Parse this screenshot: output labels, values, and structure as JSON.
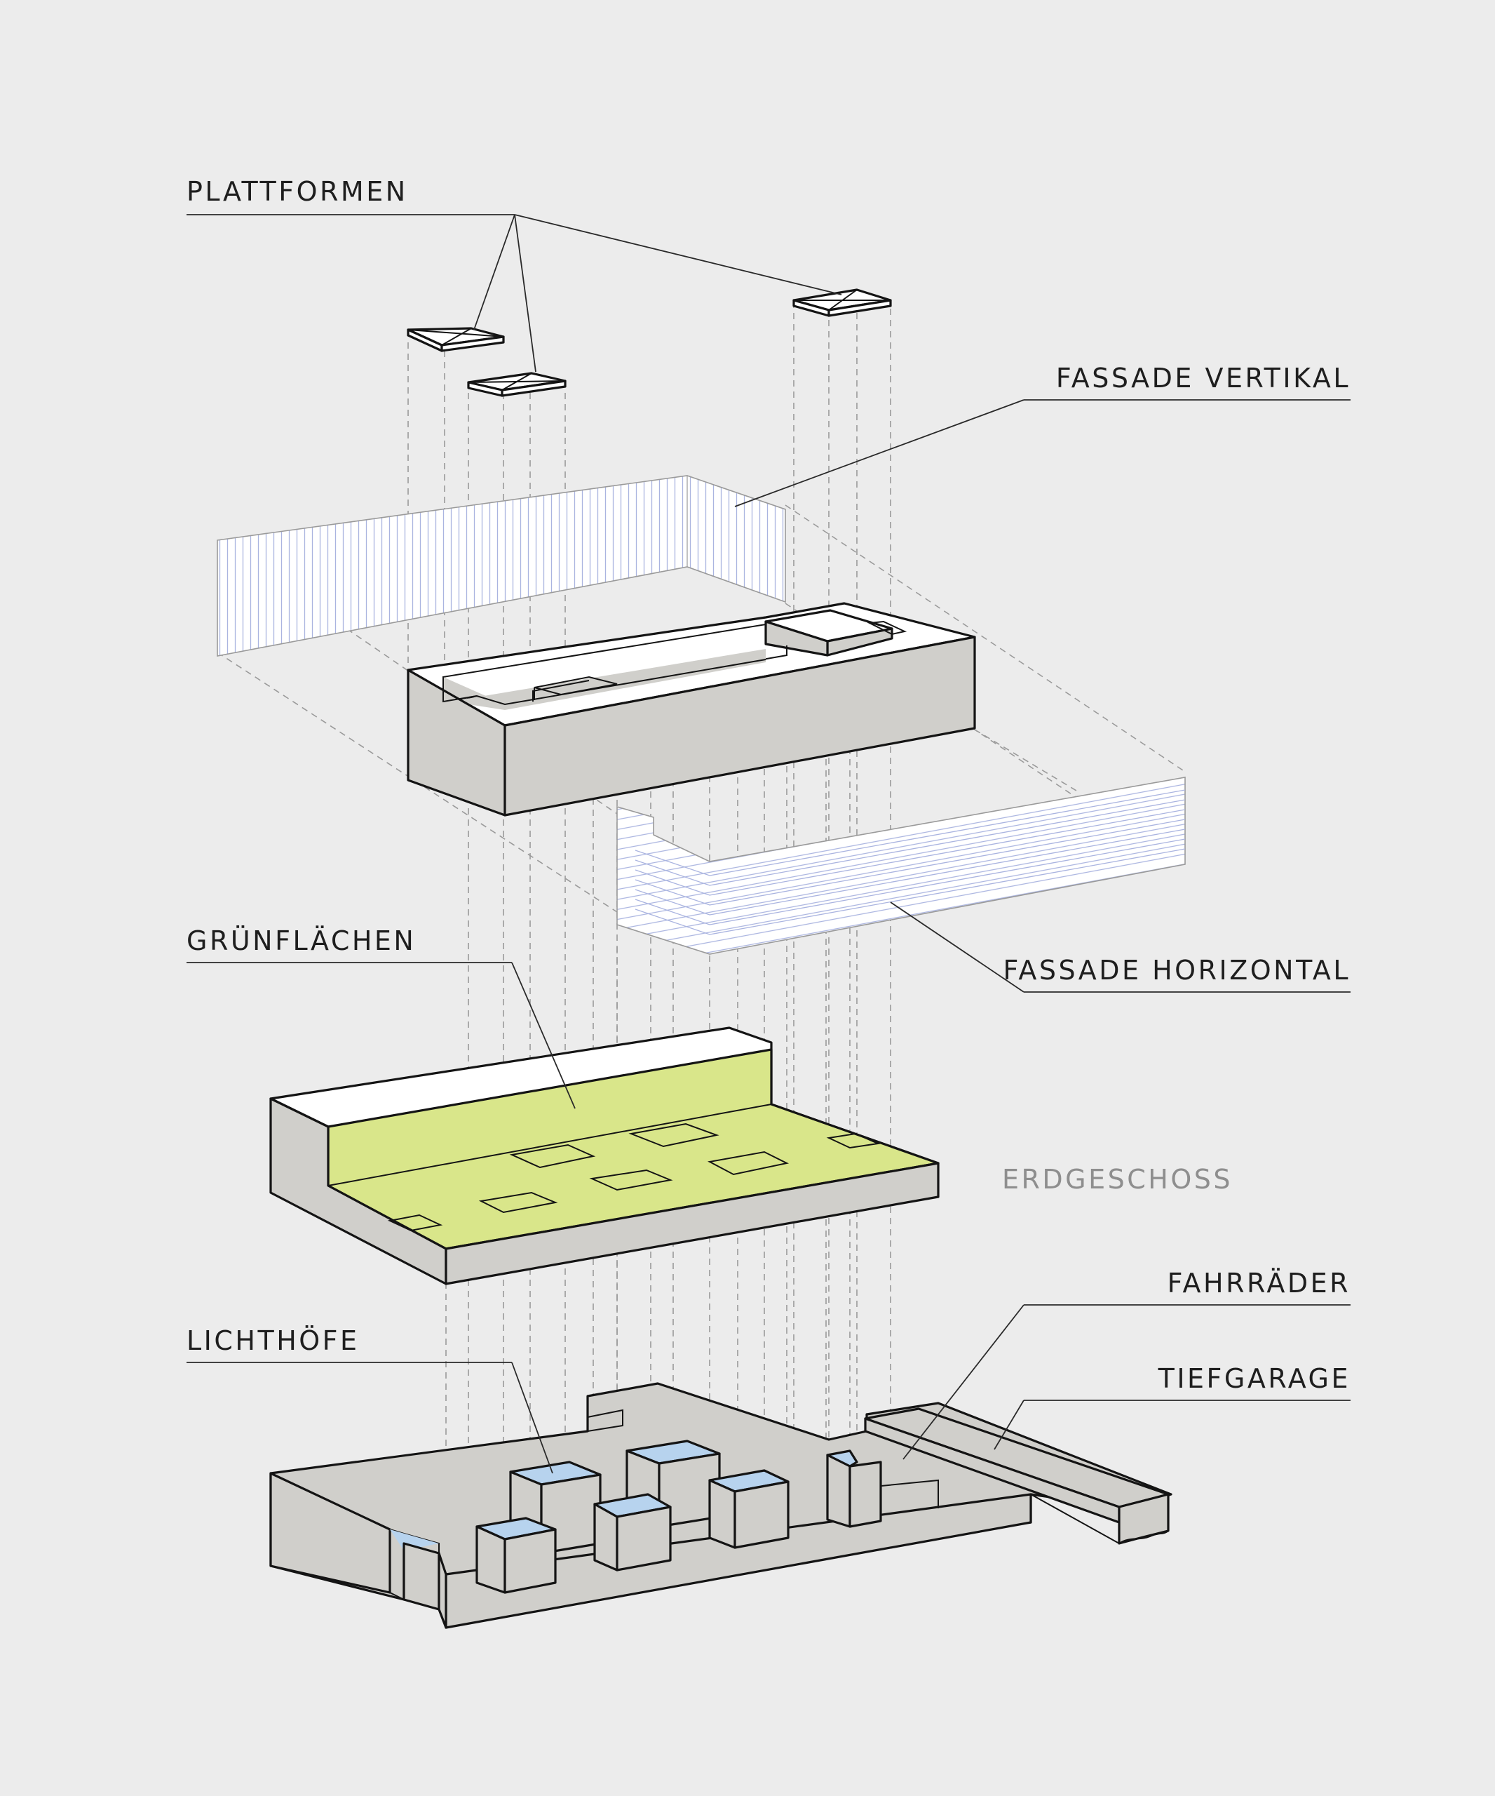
{
  "labels": {
    "plattformen": "PLATTFORMEN",
    "fassade_vertikal": "FASSADE VERTIKAL",
    "fassade_horizontal": "FASSADE HORIZONTAL",
    "gruenflaechen": "GRÜNFLÄCHEN",
    "erdgeschoss": "ERDGESCHOSS",
    "fahrraeder": "FAHRRÄDER",
    "lichthoefe": "LICHTHÖFE",
    "tiefgarage": "TIEFGARAGE"
  },
  "colors": {
    "background": "#ececec",
    "solid": "#d0cfcb",
    "green": "#d9e68a",
    "blue": "#b7d3ee",
    "facade_lines": "#aab4e0",
    "white": "#ffffff",
    "label_grey": "#8e8e8e"
  }
}
